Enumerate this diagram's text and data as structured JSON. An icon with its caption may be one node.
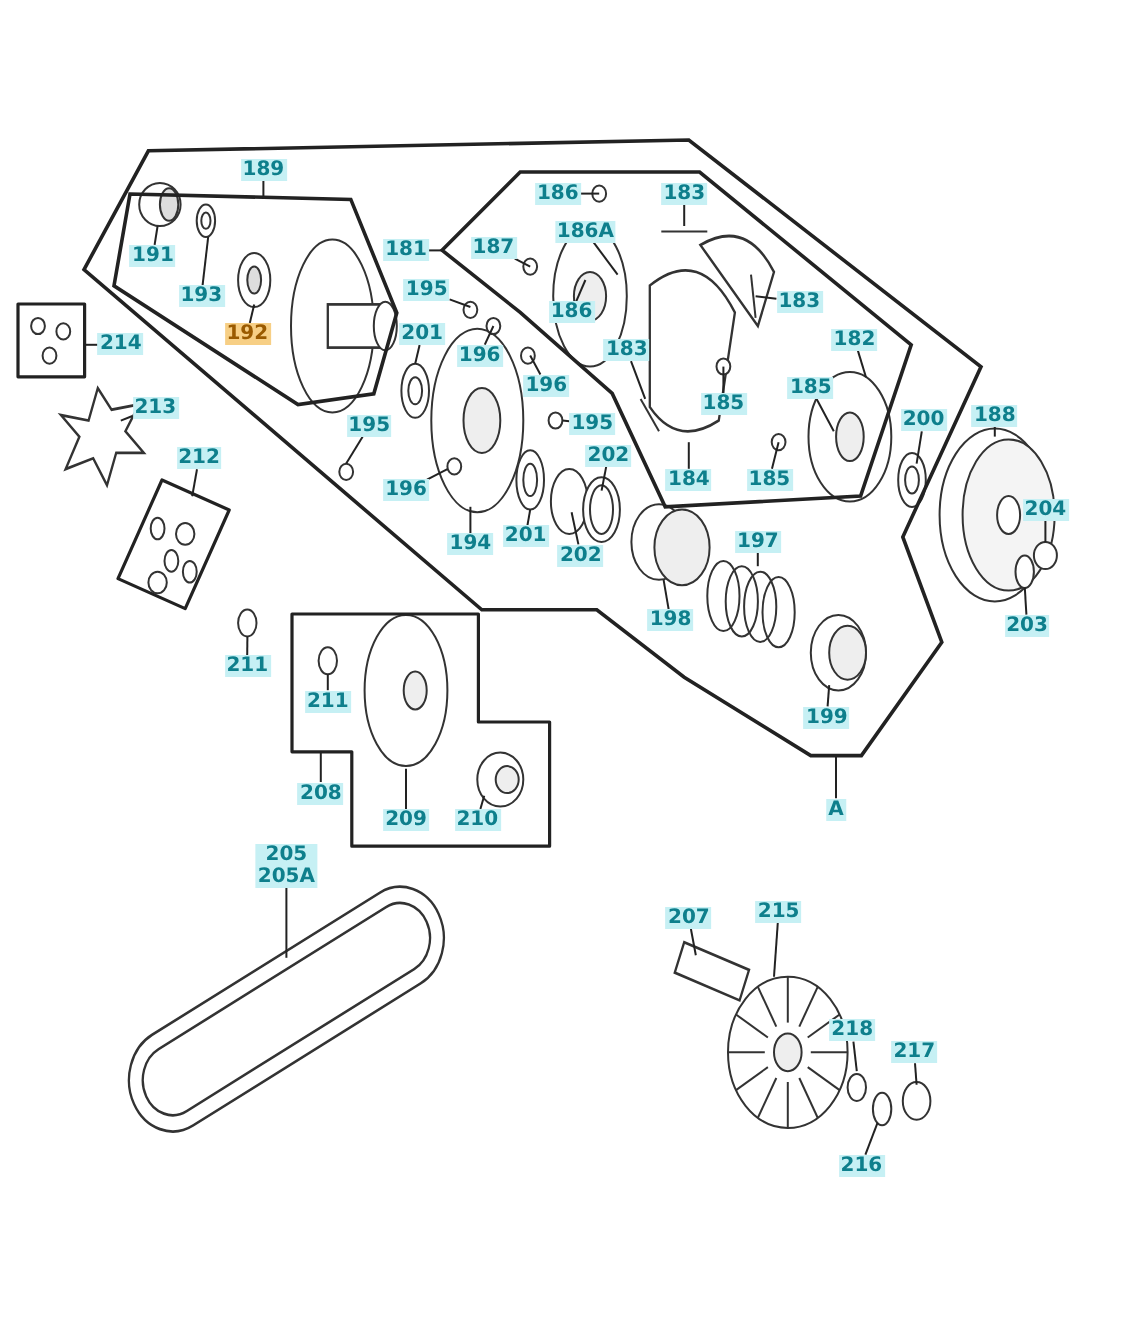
{
  "diagram": {
    "nodes": [
      {
        "text": [],
        "shape": "polygon"
      },
      {
        "text": [],
        "shape": "polygon",
        "in": 0
      },
      {
        "text": [],
        "shape": "polygon",
        "in": 0
      },
      {
        "text": [
          "189"
        ],
        "in": 0
      },
      {
        "text": [
          "191"
        ],
        "in": 1
      },
      {
        "text": [
          "193"
        ],
        "in": 1
      },
      {
        "text": [
          "192"
        ],
        "in": 1
      },
      {
        "text": [
          "181"
        ],
        "in": 0
      },
      {
        "text": [
          "187"
        ],
        "in": 2
      },
      {
        "text": [
          "186"
        ],
        "in": 2
      },
      {
        "text": [
          "186A"
        ],
        "in": 2
      },
      {
        "text": [
          "183"
        ],
        "in": 2
      },
      {
        "text": [
          "183"
        ],
        "in": 2
      },
      {
        "text": [
          "186"
        ],
        "in": 2
      },
      {
        "text": [
          "183"
        ],
        "in": 2
      },
      {
        "text": [
          "182"
        ],
        "in": 2
      },
      {
        "text": [
          "185"
        ],
        "in": 2
      },
      {
        "text": [
          "185"
        ],
        "in": 2
      },
      {
        "text": [
          "185"
        ],
        "in": 2
      },
      {
        "text": [
          "184"
        ],
        "in": 2
      },
      {
        "text": [
          "195"
        ],
        "in": 0
      },
      {
        "text": [
          "201"
        ],
        "in": 0
      },
      {
        "text": [
          "196"
        ],
        "in": 0
      },
      {
        "text": [
          "195"
        ],
        "in": 0
      },
      {
        "text": [
          "196"
        ],
        "in": 0
      },
      {
        "text": [
          "196"
        ],
        "in": 0
      },
      {
        "text": [
          "195"
        ],
        "in": 0
      },
      {
        "text": [
          "202"
        ],
        "in": 0
      },
      {
        "text": [
          "194"
        ],
        "in": 0
      },
      {
        "text": [
          "201"
        ],
        "in": 0
      },
      {
        "text": [
          "202"
        ],
        "in": 0
      },
      {
        "text": [
          "197"
        ],
        "in": 0
      },
      {
        "text": [
          "198"
        ],
        "in": 0
      },
      {
        "text": [
          "199"
        ],
        "in": 0
      },
      {
        "text": [
          "A"
        ]
      },
      {
        "text": [
          "200"
        ],
        "in": 0
      },
      {
        "text": [
          "188"
        ]
      },
      {
        "text": [
          "204"
        ]
      },
      {
        "text": [
          "203"
        ]
      },
      {
        "text": [],
        "shape": "box"
      },
      {
        "text": [
          "214"
        ]
      },
      {
        "text": [
          "213"
        ]
      },
      {
        "text": [],
        "shape": "box"
      },
      {
        "text": [
          "212"
        ]
      },
      {
        "text": [
          "211"
        ]
      },
      {
        "text": [],
        "shape": "box"
      },
      {
        "text": [
          "211"
        ],
        "in": 45
      },
      {
        "text": [
          "209"
        ],
        "in": 45
      },
      {
        "text": [
          "210"
        ],
        "in": 45
      },
      {
        "text": [
          "208"
        ]
      },
      {
        "text": [
          "205",
          "205A"
        ]
      },
      {
        "text": [
          "207"
        ]
      },
      {
        "text": [
          "215"
        ]
      },
      {
        "text": [
          "218"
        ]
      },
      {
        "text": [
          "217"
        ]
      },
      {
        "text": [
          "216"
        ]
      }
    ],
    "edges": [
      {
        "from": 3,
        "to": 1,
        "arrow": "none"
      },
      {
        "from": 4,
        "to": null,
        "arrow": "none"
      },
      {
        "from": 5,
        "to": null,
        "arrow": "none"
      },
      {
        "from": 6,
        "to": null,
        "arrow": "none"
      },
      {
        "from": 7,
        "to": 2,
        "arrow": "none"
      },
      {
        "from": 8,
        "to": null,
        "arrow": "none"
      },
      {
        "from": 9,
        "to": null,
        "arrow": "none"
      },
      {
        "from": 10,
        "to": null,
        "arrow": "none"
      },
      {
        "from": 11,
        "to": null,
        "arrow": "none"
      },
      {
        "from": 12,
        "to": null,
        "arrow": "none"
      },
      {
        "from": 13,
        "to": null,
        "arrow": "none"
      },
      {
        "from": 14,
        "to": null,
        "arrow": "none"
      },
      {
        "from": 15,
        "to": null,
        "arrow": "none"
      },
      {
        "from": 16,
        "to": null,
        "arrow": "none"
      },
      {
        "from": 17,
        "to": null,
        "arrow": "none"
      },
      {
        "from": 18,
        "to": null,
        "arrow": "none"
      },
      {
        "from": 19,
        "to": null,
        "arrow": "none"
      },
      {
        "from": 20,
        "to": null,
        "arrow": "none"
      },
      {
        "from": 21,
        "to": null,
        "arrow": "none"
      },
      {
        "from": 22,
        "to": null,
        "arrow": "none"
      },
      {
        "from": 23,
        "to": null,
        "arrow": "none"
      },
      {
        "from": 24,
        "to": null,
        "arrow": "none"
      },
      {
        "from": 25,
        "to": null,
        "arrow": "none"
      },
      {
        "from": 26,
        "to": null,
        "arrow": "none"
      },
      {
        "from": 27,
        "to": null,
        "arrow": "none"
      },
      {
        "from": 28,
        "to": null,
        "arrow": "none"
      },
      {
        "from": 29,
        "to": null,
        "arrow": "none"
      },
      {
        "from": 30,
        "to": null,
        "arrow": "none"
      },
      {
        "from": 31,
        "to": null,
        "arrow": "none"
      },
      {
        "from": 32,
        "to": null,
        "arrow": "none"
      },
      {
        "from": 33,
        "to": null,
        "arrow": "none"
      },
      {
        "from": 34,
        "to": 0,
        "arrow": "none"
      },
      {
        "from": 35,
        "to": null,
        "arrow": "none"
      },
      {
        "from": 36,
        "to": null,
        "arrow": "none"
      },
      {
        "from": 37,
        "to": null,
        "arrow": "none"
      },
      {
        "from": 38,
        "to": null,
        "arrow": "none"
      },
      {
        "from": 40,
        "to": 39,
        "arrow": "none"
      },
      {
        "from": 41,
        "to": null,
        "arrow": "none"
      },
      {
        "from": 43,
        "to": 42,
        "arrow": "none"
      },
      {
        "from": 44,
        "to": null,
        "arrow": "none"
      },
      {
        "from": 46,
        "to": null,
        "arrow": "none"
      },
      {
        "from": 47,
        "to": null,
        "arrow": "none"
      },
      {
        "from": 48,
        "to": null,
        "arrow": "none"
      },
      {
        "from": 49,
        "to": 45,
        "arrow": "none"
      },
      {
        "from": 50,
        "to": null,
        "arrow": "none"
      },
      {
        "from": 51,
        "to": null,
        "arrow": "none"
      },
      {
        "from": 52,
        "to": null,
        "arrow": "none"
      },
      {
        "from": 53,
        "to": null,
        "arrow": "none"
      },
      {
        "from": 54,
        "to": null,
        "arrow": "none"
      },
      {
        "from": 55,
        "to": null,
        "arrow": "none"
      }
    ]
  }
}
